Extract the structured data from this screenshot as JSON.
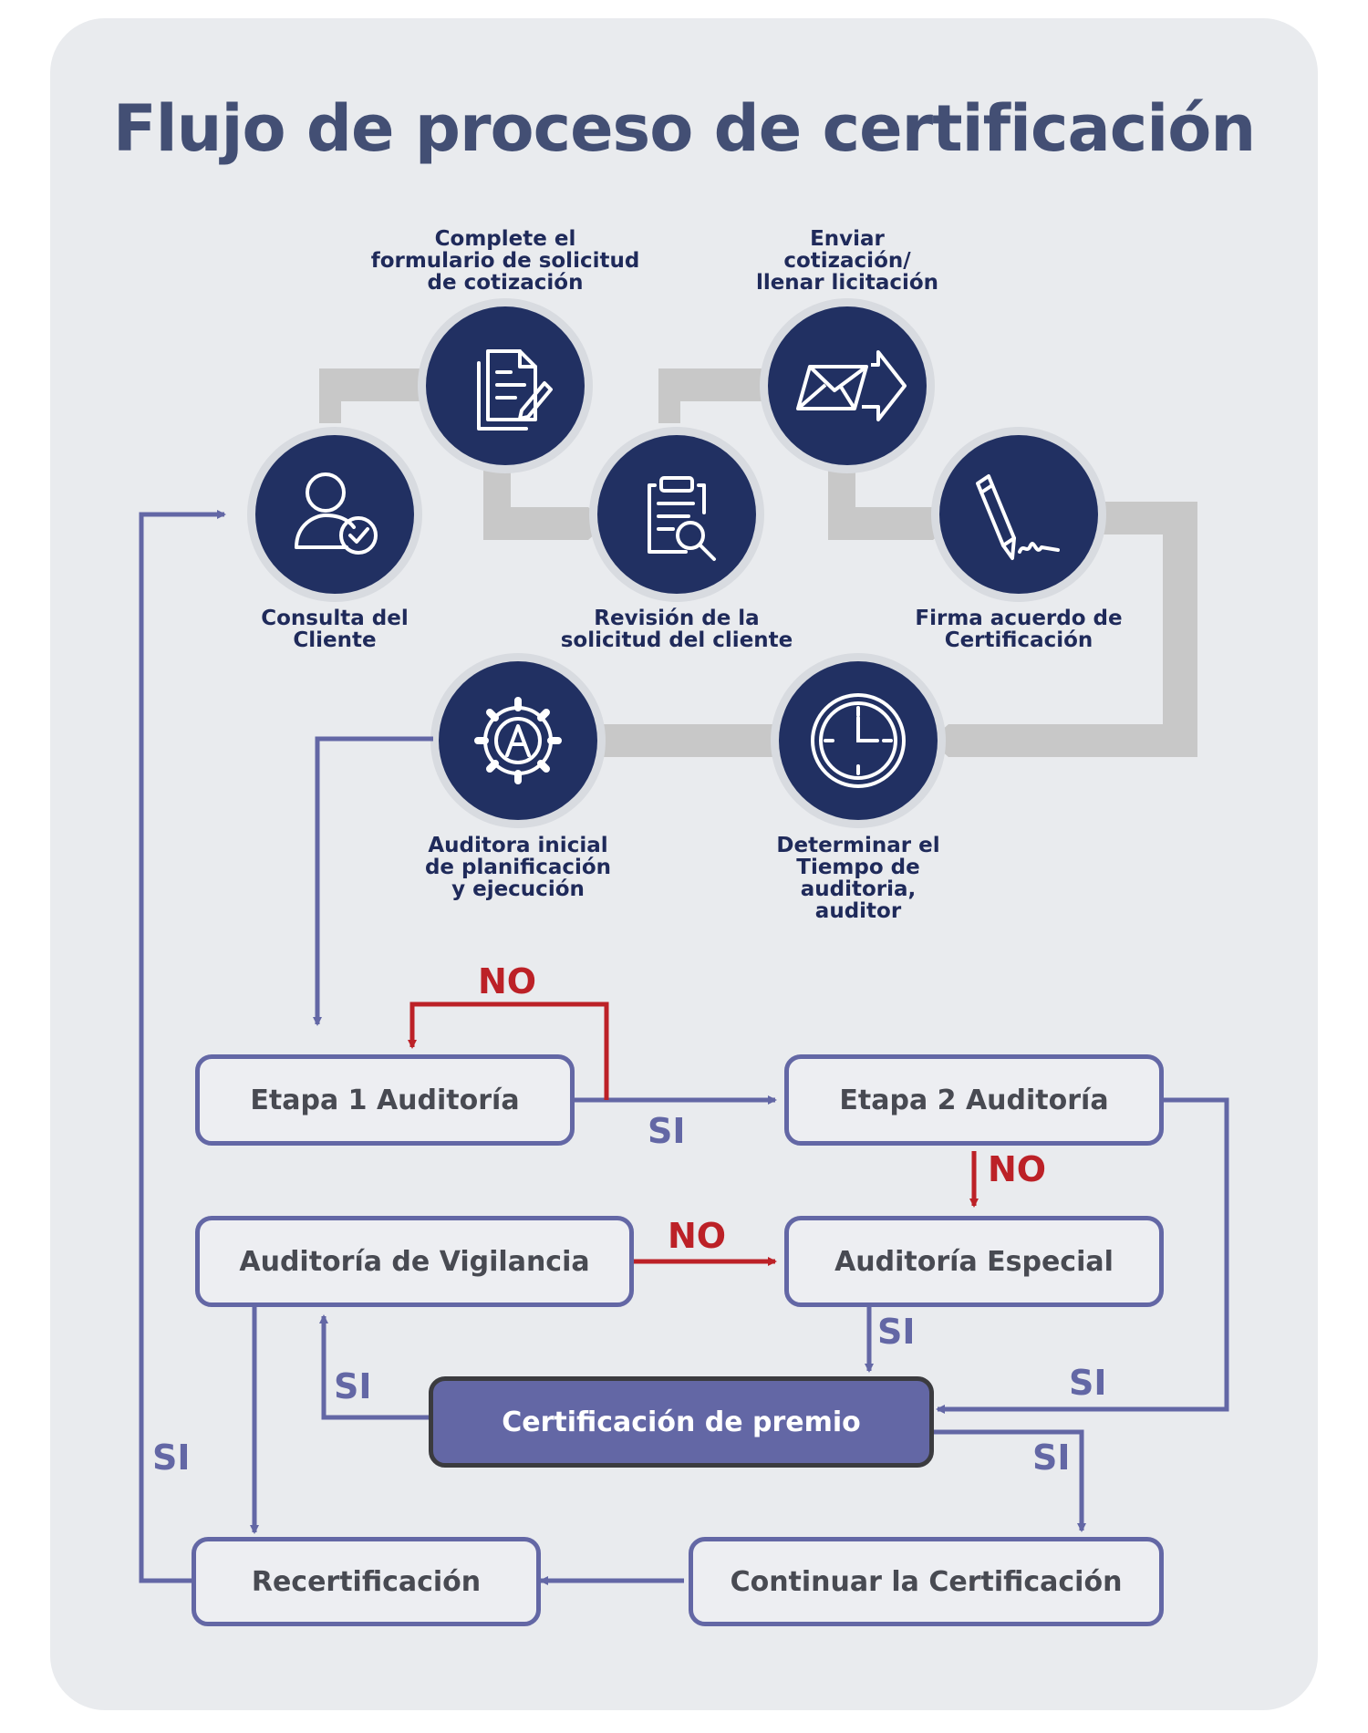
{
  "title": "Flujo de proceso de certificación",
  "colors": {
    "card_bg": "#e9ebee",
    "title": "#434f74",
    "circle": "#213062",
    "step_label": "#1f2a5a",
    "connector_gray": "#c8c8c8",
    "box_border": "#6367a5",
    "premio_fill": "#6367a5",
    "no": "#bc2127",
    "si": "#6367a5"
  },
  "steps": [
    {
      "id": "consulta",
      "icon": "user-check-icon",
      "label": "Consulta del\nCliente"
    },
    {
      "id": "formulario",
      "icon": "document-edit-icon",
      "label": "Complete el\nformulario de solicitud\nde cotización"
    },
    {
      "id": "revision",
      "icon": "clipboard-search-icon",
      "label": "Revisión de la\nsolicitud del cliente"
    },
    {
      "id": "enviar",
      "icon": "envelope-send-icon",
      "label": "Enviar\ncotización/\nllenar licitación"
    },
    {
      "id": "firma",
      "icon": "pen-signature-icon",
      "label": "Firma acuerdo de\nCertificación"
    },
    {
      "id": "tiempo",
      "icon": "clock-icon",
      "label": "Determinar el\nTiempo de\nauditoria,\nauditor"
    },
    {
      "id": "auditora",
      "icon": "gear-a-icon",
      "label": "Auditora inicial\nde planificación\ny ejecución"
    }
  ],
  "boxes": {
    "etapa1": "Etapa 1 Auditoría",
    "etapa2": "Etapa 2 Auditoría",
    "vigilancia": "Auditoría de Vigilancia",
    "especial": "Auditoría Especial",
    "premio": "Certificación de premio",
    "recert": "Recertificación",
    "continuar": "Continuar la Certificación"
  },
  "decisions": {
    "no_etapa1": "NO",
    "si_etapa1": "SI",
    "no_etapa2": "NO",
    "no_vigilancia": "NO",
    "si_especial": "SI",
    "si_etapa2": "SI",
    "si_vigilancia": "SI",
    "si_continuar": "SI",
    "si_recert": "SI"
  }
}
